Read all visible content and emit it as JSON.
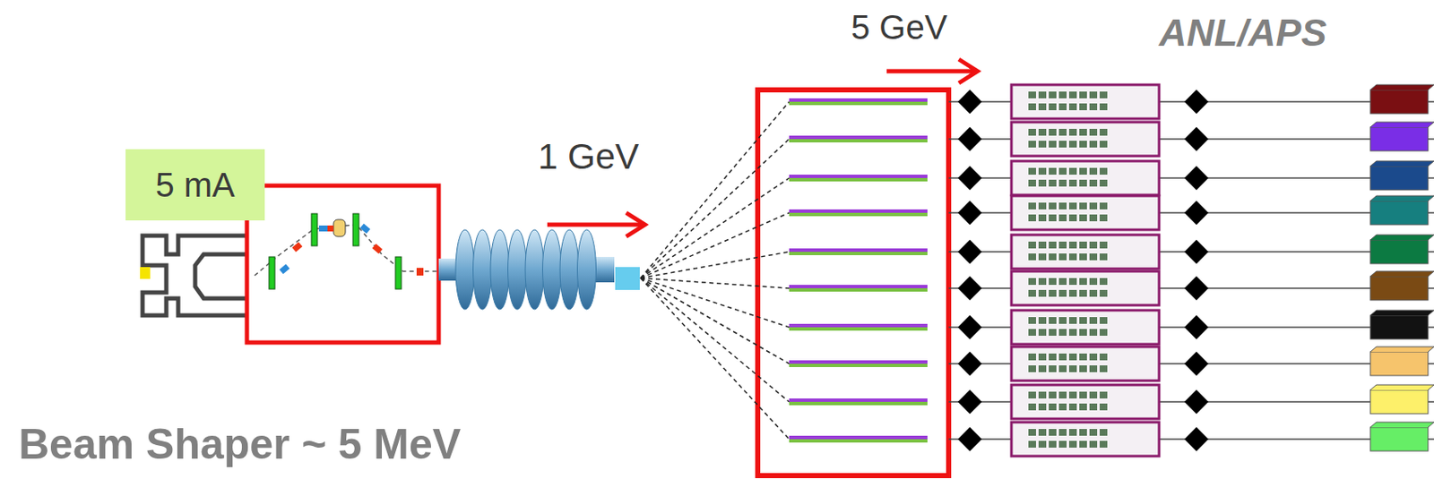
{
  "diagram": {
    "nodes": [
      {
        "text": [
          "5 mA"
        ]
      }
    ],
    "labels": [
      "5 GeV",
      "ANL/APS",
      "1 GeV",
      "Beam Shaper ~ 5 MeV"
    ]
  }
}
